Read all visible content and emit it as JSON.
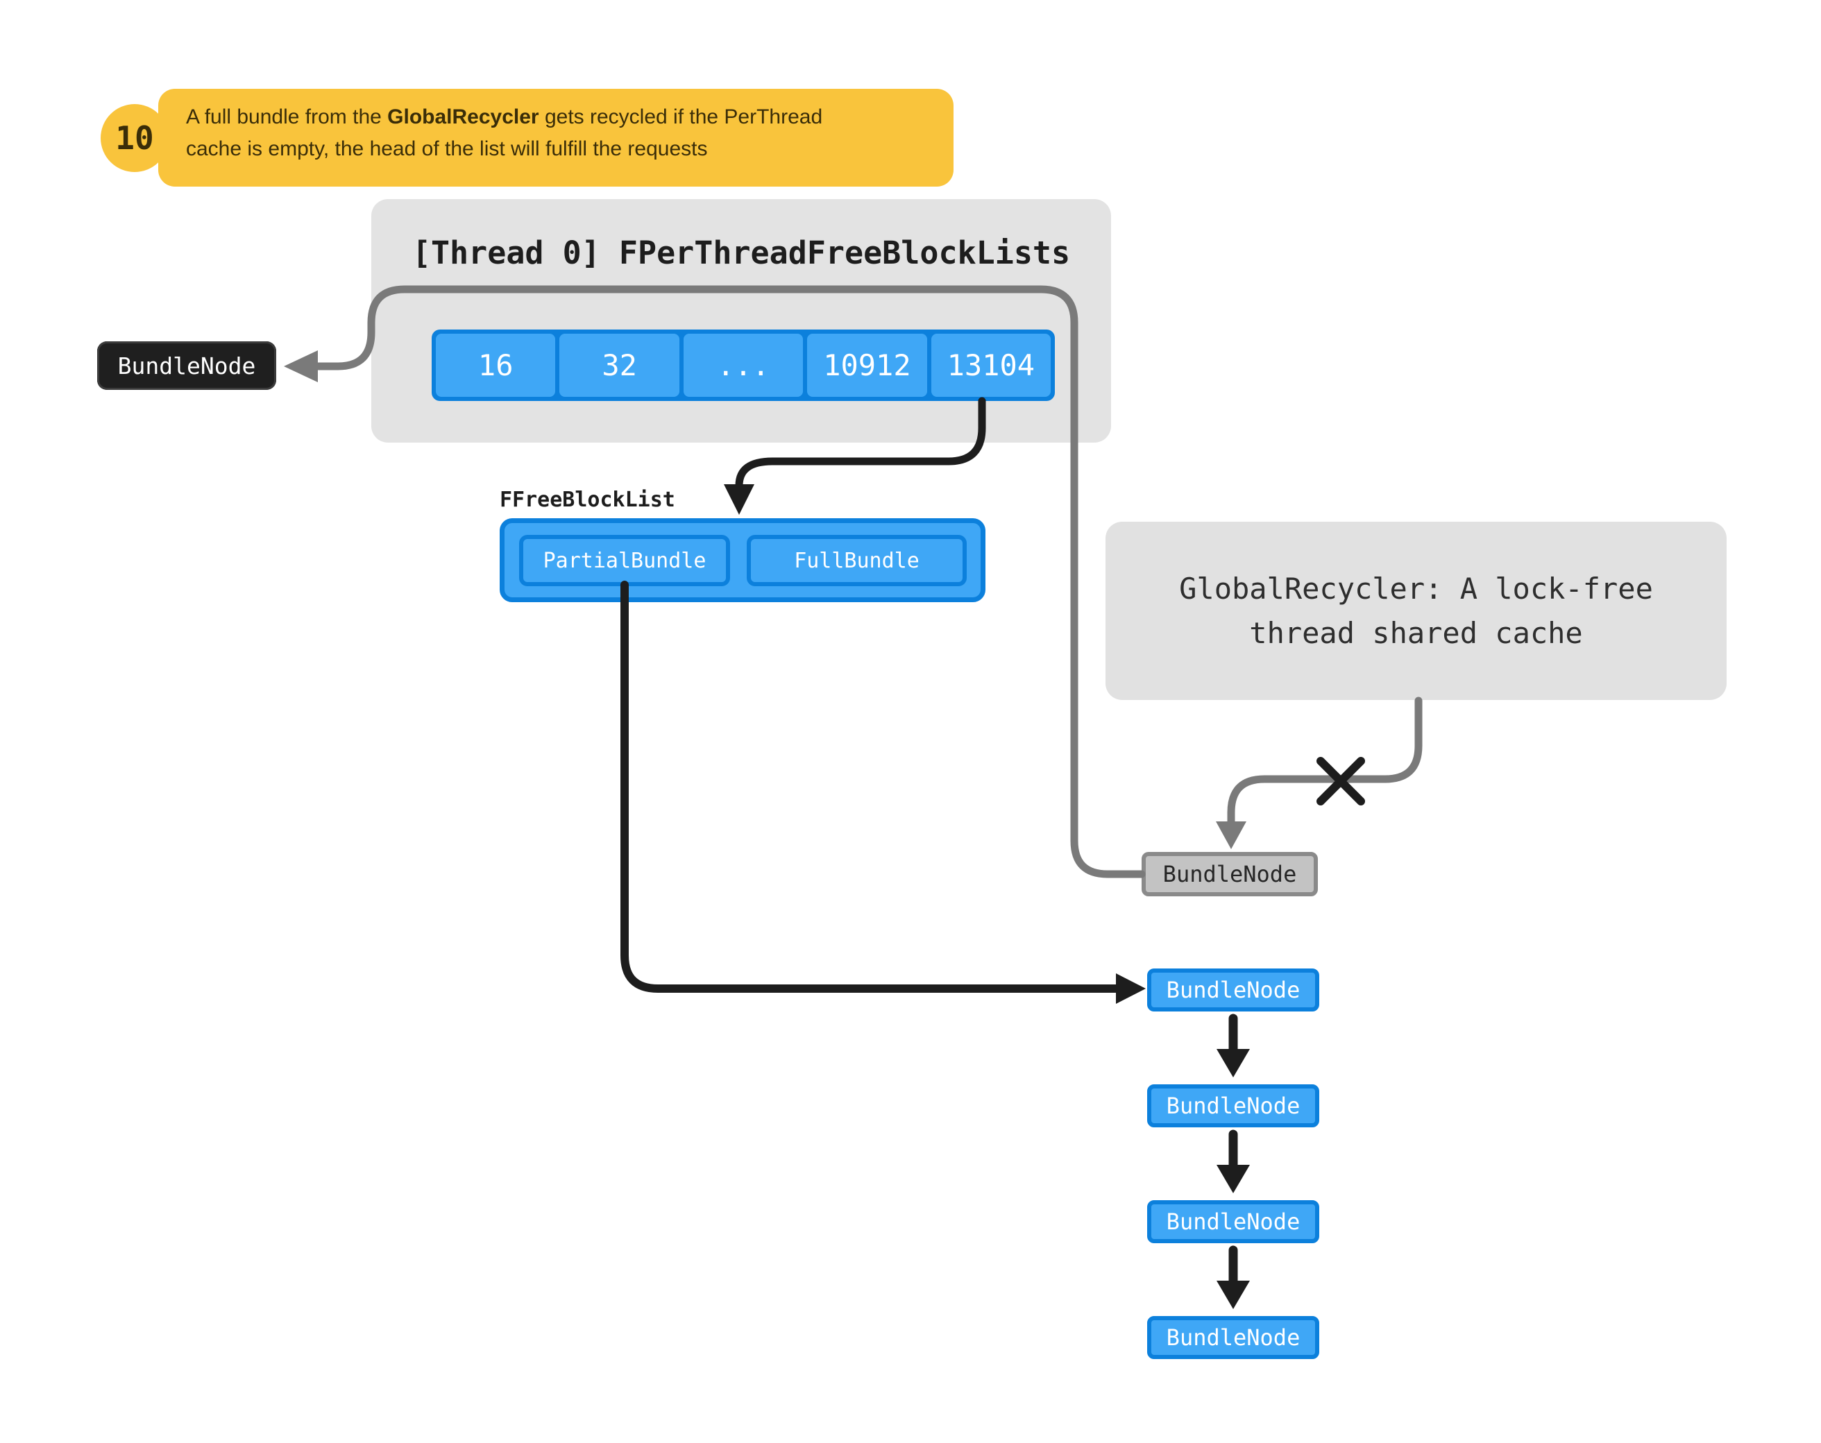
{
  "callout": {
    "number": "10",
    "segments": [
      {
        "text": "A full bundle from the ",
        "bold": false
      },
      {
        "text": "GlobalRecycler",
        "bold": true
      },
      {
        "text": " gets recycled if the PerThread\ncache is empty, the head of the list will fulfill the requests",
        "bold": false
      }
    ]
  },
  "thread_box": {
    "title": "[Thread 0] FPerThreadFreeBlockLists",
    "cells": [
      "16",
      "32",
      "...",
      "10912",
      "13104"
    ]
  },
  "bundle_node_left": {
    "label": "BundleNode"
  },
  "free_block_list": {
    "label": "FFreeBlockList",
    "partial_label": "PartialBundle",
    "full_label": "FullBundle"
  },
  "global_recycler": {
    "line1": "GlobalRecycler: A lock-free",
    "line2": "thread shared cache"
  },
  "recycled_bundle_node": {
    "label": "BundleNode"
  },
  "bundle_chain": {
    "nodes": [
      "BundleNode",
      "BundleNode",
      "BundleNode",
      "BundleNode"
    ]
  },
  "colors": {
    "accent_blue_fill": "#3FA7F6",
    "accent_blue_border": "#0C80DC",
    "panel_gray": "#E3E3E3",
    "arrow_gray": "#7A7A7A",
    "node_gray_fill": "#C3C3C3",
    "node_gray_border": "#8A8A8A",
    "ink_black": "#1D1D1D",
    "callout_yellow": "#F9C43C",
    "callout_text_brown": "#3A2D08"
  }
}
